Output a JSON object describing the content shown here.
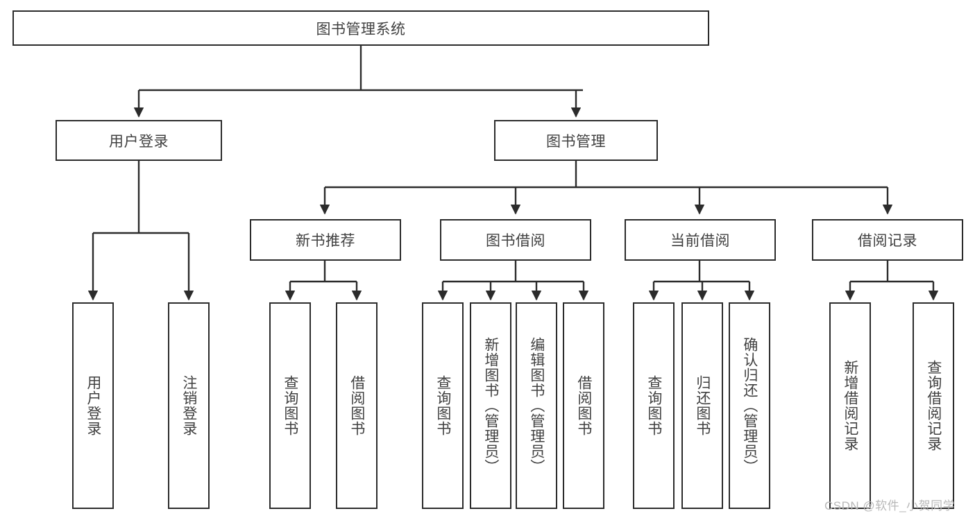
{
  "diagram": {
    "title": "图书管理系统",
    "type": "hierarchy-tree",
    "colors": {
      "box_border": "#2b2b2b",
      "box_fill": "#ffffff",
      "connector": "#2b2b2b",
      "text": "#404040",
      "watermark": "#b8b8b8",
      "background": "#ffffff"
    },
    "nodes": {
      "root": {
        "label": "图书管理系统"
      },
      "level2": [
        {
          "label": "用户登录"
        },
        {
          "label": "图书管理"
        }
      ],
      "level3": [
        {
          "label": "新书推荐"
        },
        {
          "label": "图书借阅"
        },
        {
          "label": "当前借阅"
        },
        {
          "label": "借阅记录"
        }
      ],
      "leaves_user_login": [
        {
          "label": "用户登录"
        },
        {
          "label": "注销登录"
        }
      ],
      "leaves_new_books": [
        {
          "label": "查询图书"
        },
        {
          "label": "借阅图书"
        }
      ],
      "leaves_borrow": [
        {
          "label": "查询图书"
        },
        {
          "label": "新增图书（管理员）"
        },
        {
          "label": "编辑图书（管理员）"
        },
        {
          "label": "借阅图书"
        }
      ],
      "leaves_current": [
        {
          "label": "查询图书"
        },
        {
          "label": "归还图书"
        },
        {
          "label": "确认归还（管理员）"
        }
      ],
      "leaves_records": [
        {
          "label": "新增借阅记录"
        },
        {
          "label": "查询借阅记录"
        }
      ]
    },
    "watermark": "CSDN @软件_小贺同学"
  }
}
